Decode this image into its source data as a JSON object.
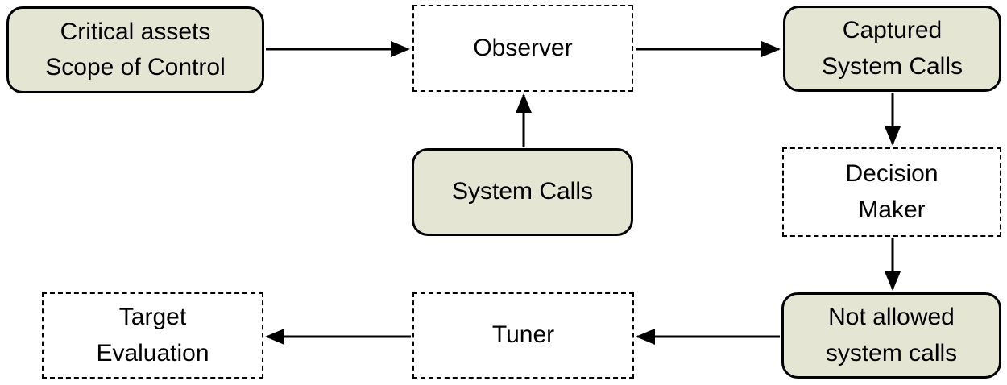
{
  "diagram": {
    "title": "System call monitoring flow diagram",
    "colors": {
      "background": "#ffffff",
      "node_fill": "#e4e6d3",
      "node_border": "#000000",
      "arrow": "#000000",
      "text": "#000000"
    },
    "nodes": {
      "critical_assets": {
        "label": "Critical assets\nScope of Control",
        "style": "rounded-filled"
      },
      "observer": {
        "label": "Observer",
        "style": "dashed-outline"
      },
      "captured_system_calls": {
        "label": "Captured\nSystem Calls",
        "style": "rounded-filled"
      },
      "system_calls": {
        "label": "System Calls",
        "style": "rounded-filled"
      },
      "decision_maker": {
        "label": "Decision\nMaker",
        "style": "dashed-outline"
      },
      "not_allowed_system_calls": {
        "label": "Not allowed\nsystem calls",
        "style": "rounded-filled"
      },
      "tuner": {
        "label": "Tuner",
        "style": "dashed-outline"
      },
      "target_evaluation": {
        "label": "Target\nEvaluation",
        "style": "dashed-outline"
      }
    },
    "edges": [
      {
        "from": "critical_assets",
        "to": "observer"
      },
      {
        "from": "observer",
        "to": "captured_system_calls"
      },
      {
        "from": "system_calls",
        "to": "observer"
      },
      {
        "from": "captured_system_calls",
        "to": "decision_maker"
      },
      {
        "from": "decision_maker",
        "to": "not_allowed_system_calls"
      },
      {
        "from": "not_allowed_system_calls",
        "to": "tuner"
      },
      {
        "from": "tuner",
        "to": "target_evaluation"
      }
    ]
  }
}
